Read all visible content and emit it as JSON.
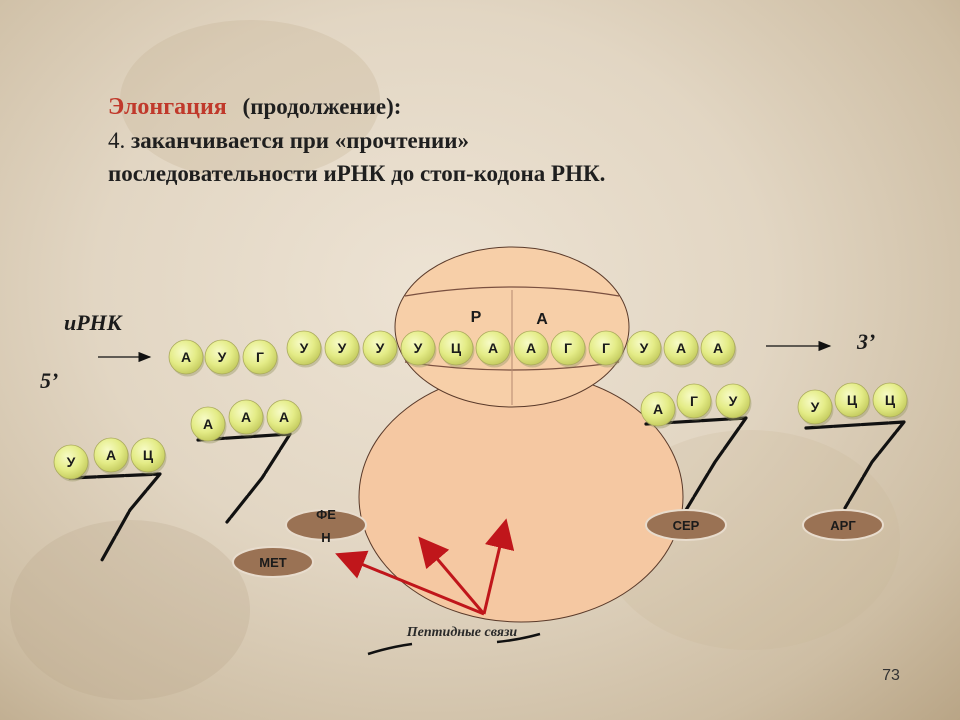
{
  "heading": {
    "title": "Элонгация",
    "subtitle": "(продолжение):",
    "item_number": "4.",
    "line1": "заканчивается при «прочтении»",
    "line2": "последовательности иРНК до стоп-кодона РНК."
  },
  "mrna": {
    "label": "иРНК",
    "end5": "5’",
    "end3": "3’",
    "codon1": [
      "А",
      "У",
      "Г"
    ],
    "sequence": [
      "У",
      "У",
      "У",
      "У",
      "Ц",
      "А",
      "А",
      "Г",
      "Г",
      "У",
      "А",
      "А"
    ]
  },
  "ribosome": {
    "site_p": "Р",
    "site_a": "А"
  },
  "trnas": [
    {
      "anticodon": [
        "У",
        "А",
        "Ц"
      ],
      "amino_acid": ""
    },
    {
      "anticodon": [
        "А",
        "А",
        "А"
      ],
      "amino_acid": ""
    },
    {
      "anticodon": [
        "А",
        "Г",
        "У"
      ],
      "amino_acid": "СЕР"
    },
    {
      "anticodon": [
        "У",
        "Ц",
        "Ц"
      ],
      "amino_acid": "АРГ"
    }
  ],
  "peptide_chain": {
    "aa1": "МЕТ",
    "aa2_line1": "ФЕ",
    "aa2_line2": "Н"
  },
  "peptide_bonds_label": "Пептидные связи",
  "page_number": "73",
  "colors": {
    "nucleotide": "#e4ec87",
    "ribosome": "#f5c8a2",
    "amino_acid": "#9a7254",
    "arrow": "#c0161b",
    "title": "#c0392b"
  }
}
